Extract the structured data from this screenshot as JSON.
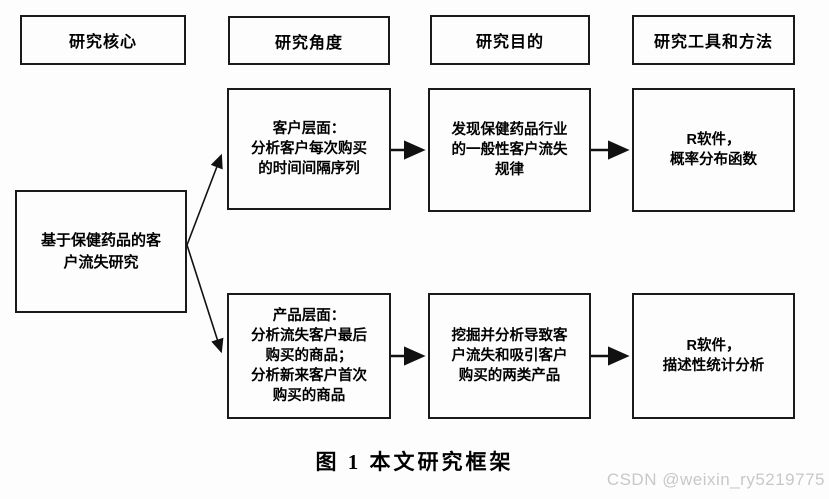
{
  "diagram": {
    "headers": [
      {
        "label": "研究核心"
      },
      {
        "label": "研究角度"
      },
      {
        "label": "研究目的"
      },
      {
        "label": "研究工具和方法"
      }
    ],
    "core_box": "基于保健药品的客\n户流失研究",
    "customer_row": {
      "angle": "客户层面：\n分析客户每次购买\n的时间间隔序列",
      "purpose": "发现保健药品行业\n的一般性客户流失\n规律",
      "tools": "R软件，\n概率分布函数"
    },
    "product_row": {
      "angle": "产品层面：\n分析流失客户最后\n购买的商品；\n分析新来客户首次\n购买的商品",
      "purpose": "挖掘并分析导致客\n户流失和吸引客户\n购买的两类产品",
      "tools": "R软件，\n描述性统计分析"
    }
  },
  "caption": "图 1  本文研究框架",
  "watermark": "CSDN @weixin_ry5219775",
  "colors": {
    "background": "#fdfdfd",
    "box_border": "#1a1a1a",
    "text": "#000000",
    "arrow": "#111111",
    "watermark": "#c6c8ca"
  }
}
